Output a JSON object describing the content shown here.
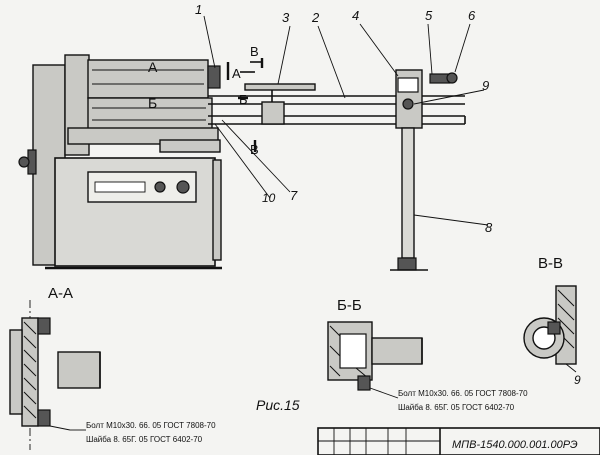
{
  "callouts": [
    "1",
    "2",
    "3",
    "4",
    "5",
    "6",
    "7",
    "8",
    "9",
    "10"
  ],
  "section_marks": {
    "a": "А",
    "b": "Б",
    "v": "В"
  },
  "section_titles": {
    "aa": "А-А",
    "bb": "Б-Б",
    "vv": "В-В"
  },
  "fastener_notes": {
    "bb_bolt": "Болт М10х30. 66. 05 ГОСТ 7808-70",
    "bb_washer": "Шайба 8. 65Г. 05 ГОСТ 6402-70",
    "aa_bolt": "Болт М10х30. 66. 05 ГОСТ 7808-70",
    "aa_washer": "Шайба 8. 65Г. 05 ГОСТ 6402-70"
  },
  "figure_caption": "Рис.15",
  "drawing_number": "МПВ-1540.000.001.00РЭ"
}
